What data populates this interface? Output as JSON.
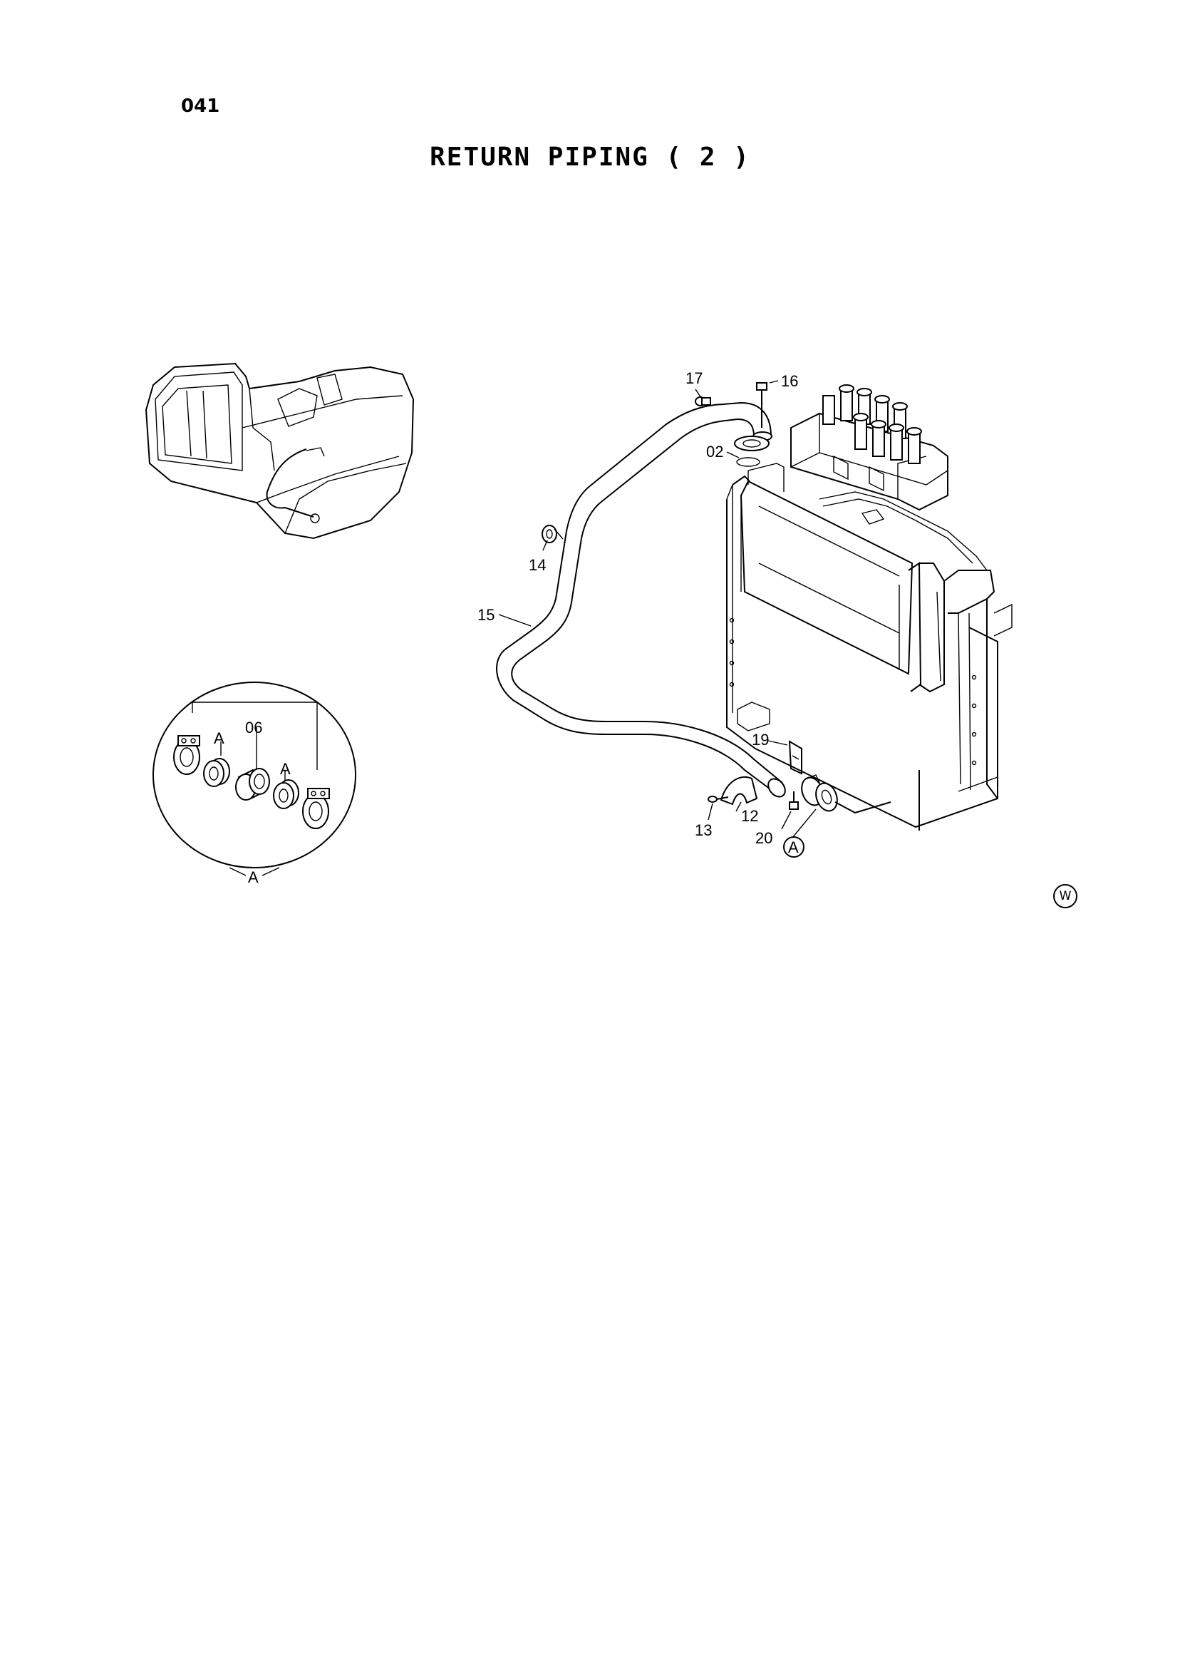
{
  "header": {
    "page_number": "041",
    "title": "RETURN PIPING ( 2 )"
  },
  "callouts": [
    {
      "id": "17",
      "label": "17"
    },
    {
      "id": "16",
      "label": "16"
    },
    {
      "id": "02",
      "label": "02"
    },
    {
      "id": "14",
      "label": "14"
    },
    {
      "id": "15",
      "label": "15"
    },
    {
      "id": "19",
      "label": "19"
    },
    {
      "id": "12",
      "label": "12"
    },
    {
      "id": "13",
      "label": "13"
    },
    {
      "id": "20",
      "label": "20"
    },
    {
      "id": "view-ref",
      "label": "A"
    }
  ],
  "detail_view": {
    "name": "A",
    "labels": [
      "06",
      "A",
      "A"
    ]
  },
  "footer": {
    "mark": "W"
  }
}
